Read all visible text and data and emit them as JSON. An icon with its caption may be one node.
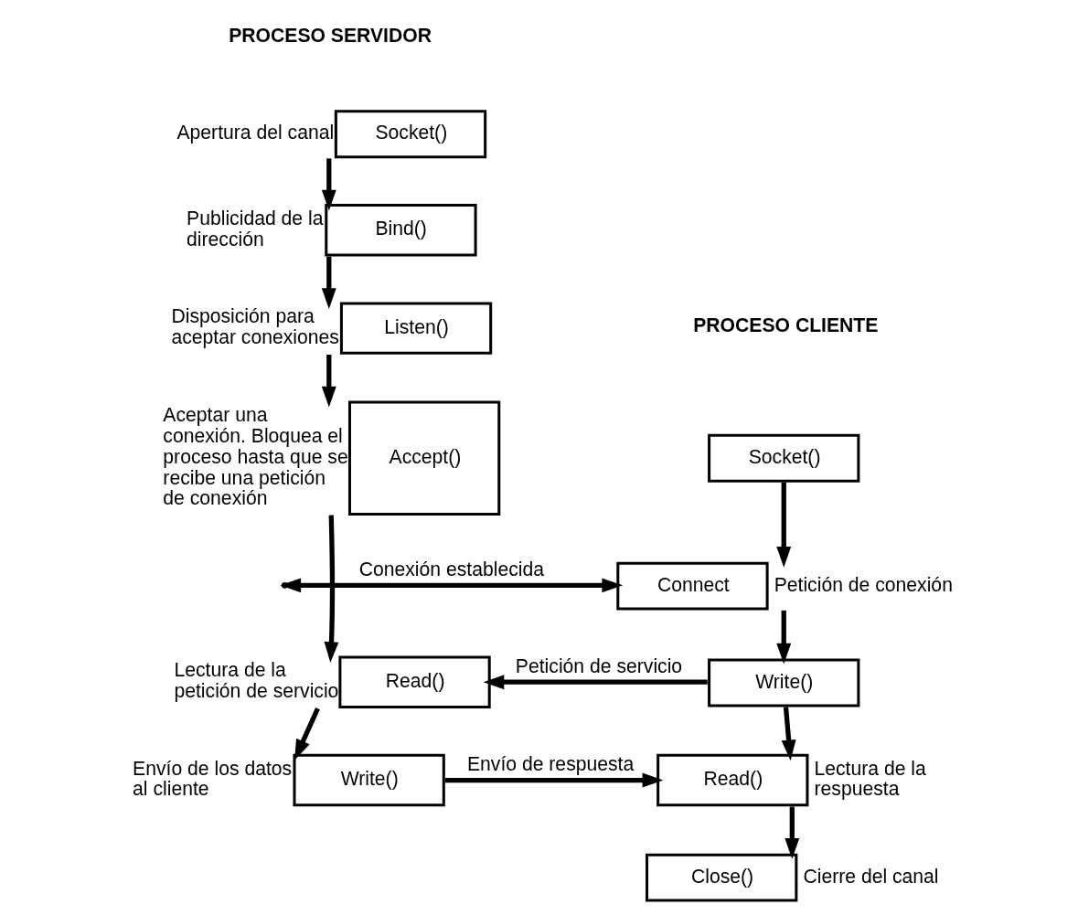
{
  "diagram": {
    "nodes": [
      {
        "text": [
          "Socket()"
        ],
        "beside": [
          "Apertura del canal"
        ]
      },
      {
        "text": [
          "Bind()"
        ],
        "beside": [
          "Publicidad de la dirección"
        ]
      },
      {
        "text": [
          "Listen()"
        ],
        "beside": [
          "Disposición para aceptar conexiones"
        ]
      },
      {
        "text": [
          "Accept()"
        ],
        "beside": [
          "Aceptar una conexión. Bloquea el proceso hasta que se recibe una petición de conexión"
        ]
      },
      {
        "text": [
          "Read()"
        ],
        "beside": [
          "Lectura de la petición de servicio"
        ]
      },
      {
        "text": [
          "Write()"
        ],
        "beside": [
          "Envío de los datos al cliente"
        ]
      },
      {
        "text": [
          "Socket()"
        ]
      },
      {
        "text": [
          "Connect"
        ],
        "beside": [
          "Petición de conexión"
        ]
      },
      {
        "text": [
          "Write()"
        ]
      },
      {
        "text": [
          "Read()"
        ],
        "beside": [
          "Lectura de la respuesta"
        ]
      },
      {
        "text": [
          "Close()"
        ],
        "beside": [
          "Cierre del canal"
        ]
      }
    ],
    "edges": [
      {
        "from": 0,
        "to": 1,
        "arrow": "to"
      },
      {
        "from": 1,
        "to": 2,
        "arrow": "to"
      },
      {
        "from": 2,
        "to": 3,
        "arrow": "to"
      },
      {
        "from": 3,
        "to": 4,
        "arrow": "to"
      },
      {
        "from": 4,
        "to": 5,
        "arrow": "to"
      },
      {
        "from": 6,
        "to": 7,
        "arrow": "to"
      },
      {
        "from": 7,
        "to": 8,
        "arrow": "to"
      },
      {
        "from": 8,
        "to": 9,
        "arrow": "to"
      },
      {
        "from": 9,
        "to": 10,
        "arrow": "to"
      },
      {
        "from": null,
        "to": 7,
        "arrow": "both",
        "label": "Conexión establecida"
      },
      {
        "from": 8,
        "to": 4,
        "arrow": "to",
        "label": "Petición de servicio"
      },
      {
        "from": 5,
        "to": 9,
        "arrow": "to",
        "label": "Envío de respuesta"
      }
    ],
    "labels": [
      "PROCESO SERVIDOR",
      "PROCESO CLIENTE"
    ]
  }
}
